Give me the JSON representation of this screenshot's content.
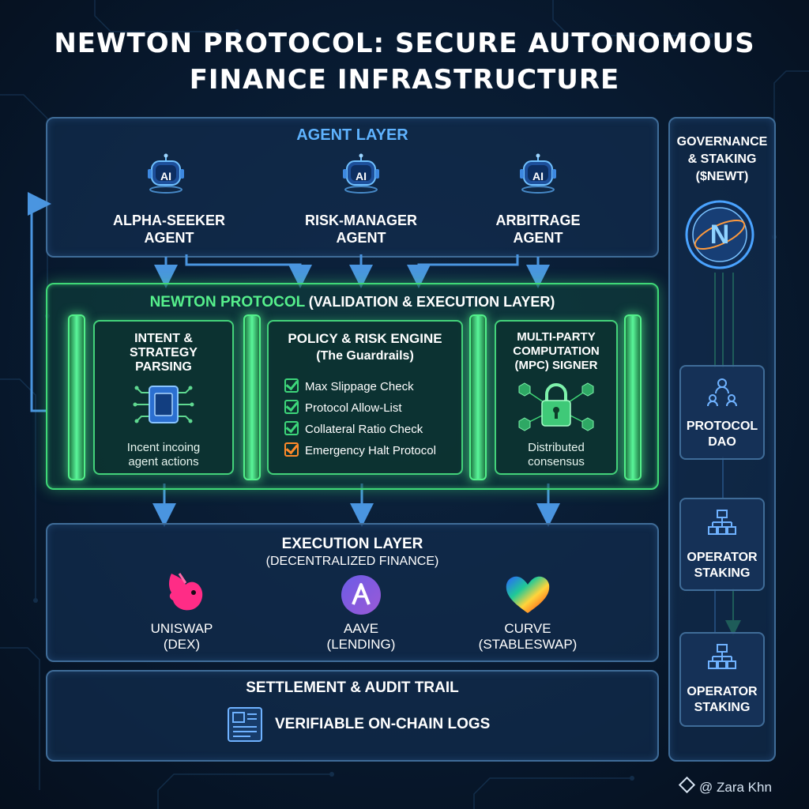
{
  "title": {
    "line1": "NEWTON PROTOCOL: SECURE AUTONOMOUS",
    "line2": "FINANCE INFRASTRUCTURE"
  },
  "agent_layer": {
    "heading": "AGENT LAYER",
    "agents": [
      {
        "icon": "robot-ai-icon",
        "badge": "AI",
        "line1": "ALPHA-SEEKER",
        "line2": "AGENT"
      },
      {
        "icon": "robot-ai-icon",
        "badge": "AI",
        "line1": "RISK-MANAGER",
        "line2": "AGENT"
      },
      {
        "icon": "robot-ai-icon",
        "badge": "AI",
        "line1": "ARBITRAGE",
        "line2": "AGENT"
      }
    ]
  },
  "validation_layer": {
    "heading_main": "NEWTON PROTOCOL",
    "heading_paren": "(VALIDATION & EXECUTION LAYER)",
    "intent": {
      "title_lines": [
        "INTENT &",
        "STRATEGY",
        "PARSING"
      ],
      "icon": "chip-icon",
      "caption_lines": [
        "Incent incoing",
        "agent actions"
      ]
    },
    "policy": {
      "title_lines": [
        "POLICY & RISK ENGINE",
        "(The Guardrails)"
      ],
      "checks": [
        {
          "label": "Max Slippage Check",
          "status": "ok"
        },
        {
          "label": "Protocol Allow-List",
          "status": "ok"
        },
        {
          "label": "Collateral Ratio Check",
          "status": "ok"
        },
        {
          "label": "Emergency Halt Protocol",
          "status": "warning"
        }
      ],
      "check_color": "#3dd67a",
      "warning_color": "#ff8a2a"
    },
    "mpc": {
      "title_lines": [
        "MULTI-PARTY",
        "COMPUTATION",
        "(MPC) SIGNER"
      ],
      "icon": "lock-icon",
      "caption_lines": [
        "Distributed",
        "consensus"
      ]
    }
  },
  "execution_layer": {
    "heading": "EXECUTION LAYER",
    "subheading": "(DECENTRALIZED FINANCE)",
    "protocols": [
      {
        "icon": "uniswap-unicorn-icon",
        "line1": "UNISWAP",
        "line2": "(DEX)"
      },
      {
        "icon": "aave-icon",
        "line1": "AAVE",
        "line2": "(LENDING)"
      },
      {
        "icon": "curve-icon",
        "line1": "CURVE",
        "line2": "(STABLESWAP)"
      }
    ]
  },
  "settlement": {
    "heading": "SETTLEMENT & AUDIT TRAIL",
    "icon": "ledger-document-icon",
    "item": "VERIFIABLE ON-CHAIN LOGS"
  },
  "governance": {
    "heading_lines": [
      "GOVERNANCE",
      "& STAKING",
      "($NEWT)"
    ],
    "token_icon": "newt-token-icon",
    "token_letter": "N",
    "boxes": [
      {
        "icon": "dao-people-icon",
        "line1": "PROTOCOL",
        "line2": "DAO"
      },
      {
        "icon": "hierarchy-icon",
        "line1": "OPERATOR",
        "line2": "STAKING"
      },
      {
        "icon": "hierarchy-icon",
        "line1": "OPERATOR",
        "line2": "STAKING"
      }
    ]
  },
  "watermark": "@ Zara Khn",
  "colors": {
    "background": "#071526",
    "panel_border": "#3f6c98",
    "agent_blue": "#5fb3ff",
    "protocol_green": "#3fd877",
    "arrow_blue": "#4a95e0"
  }
}
